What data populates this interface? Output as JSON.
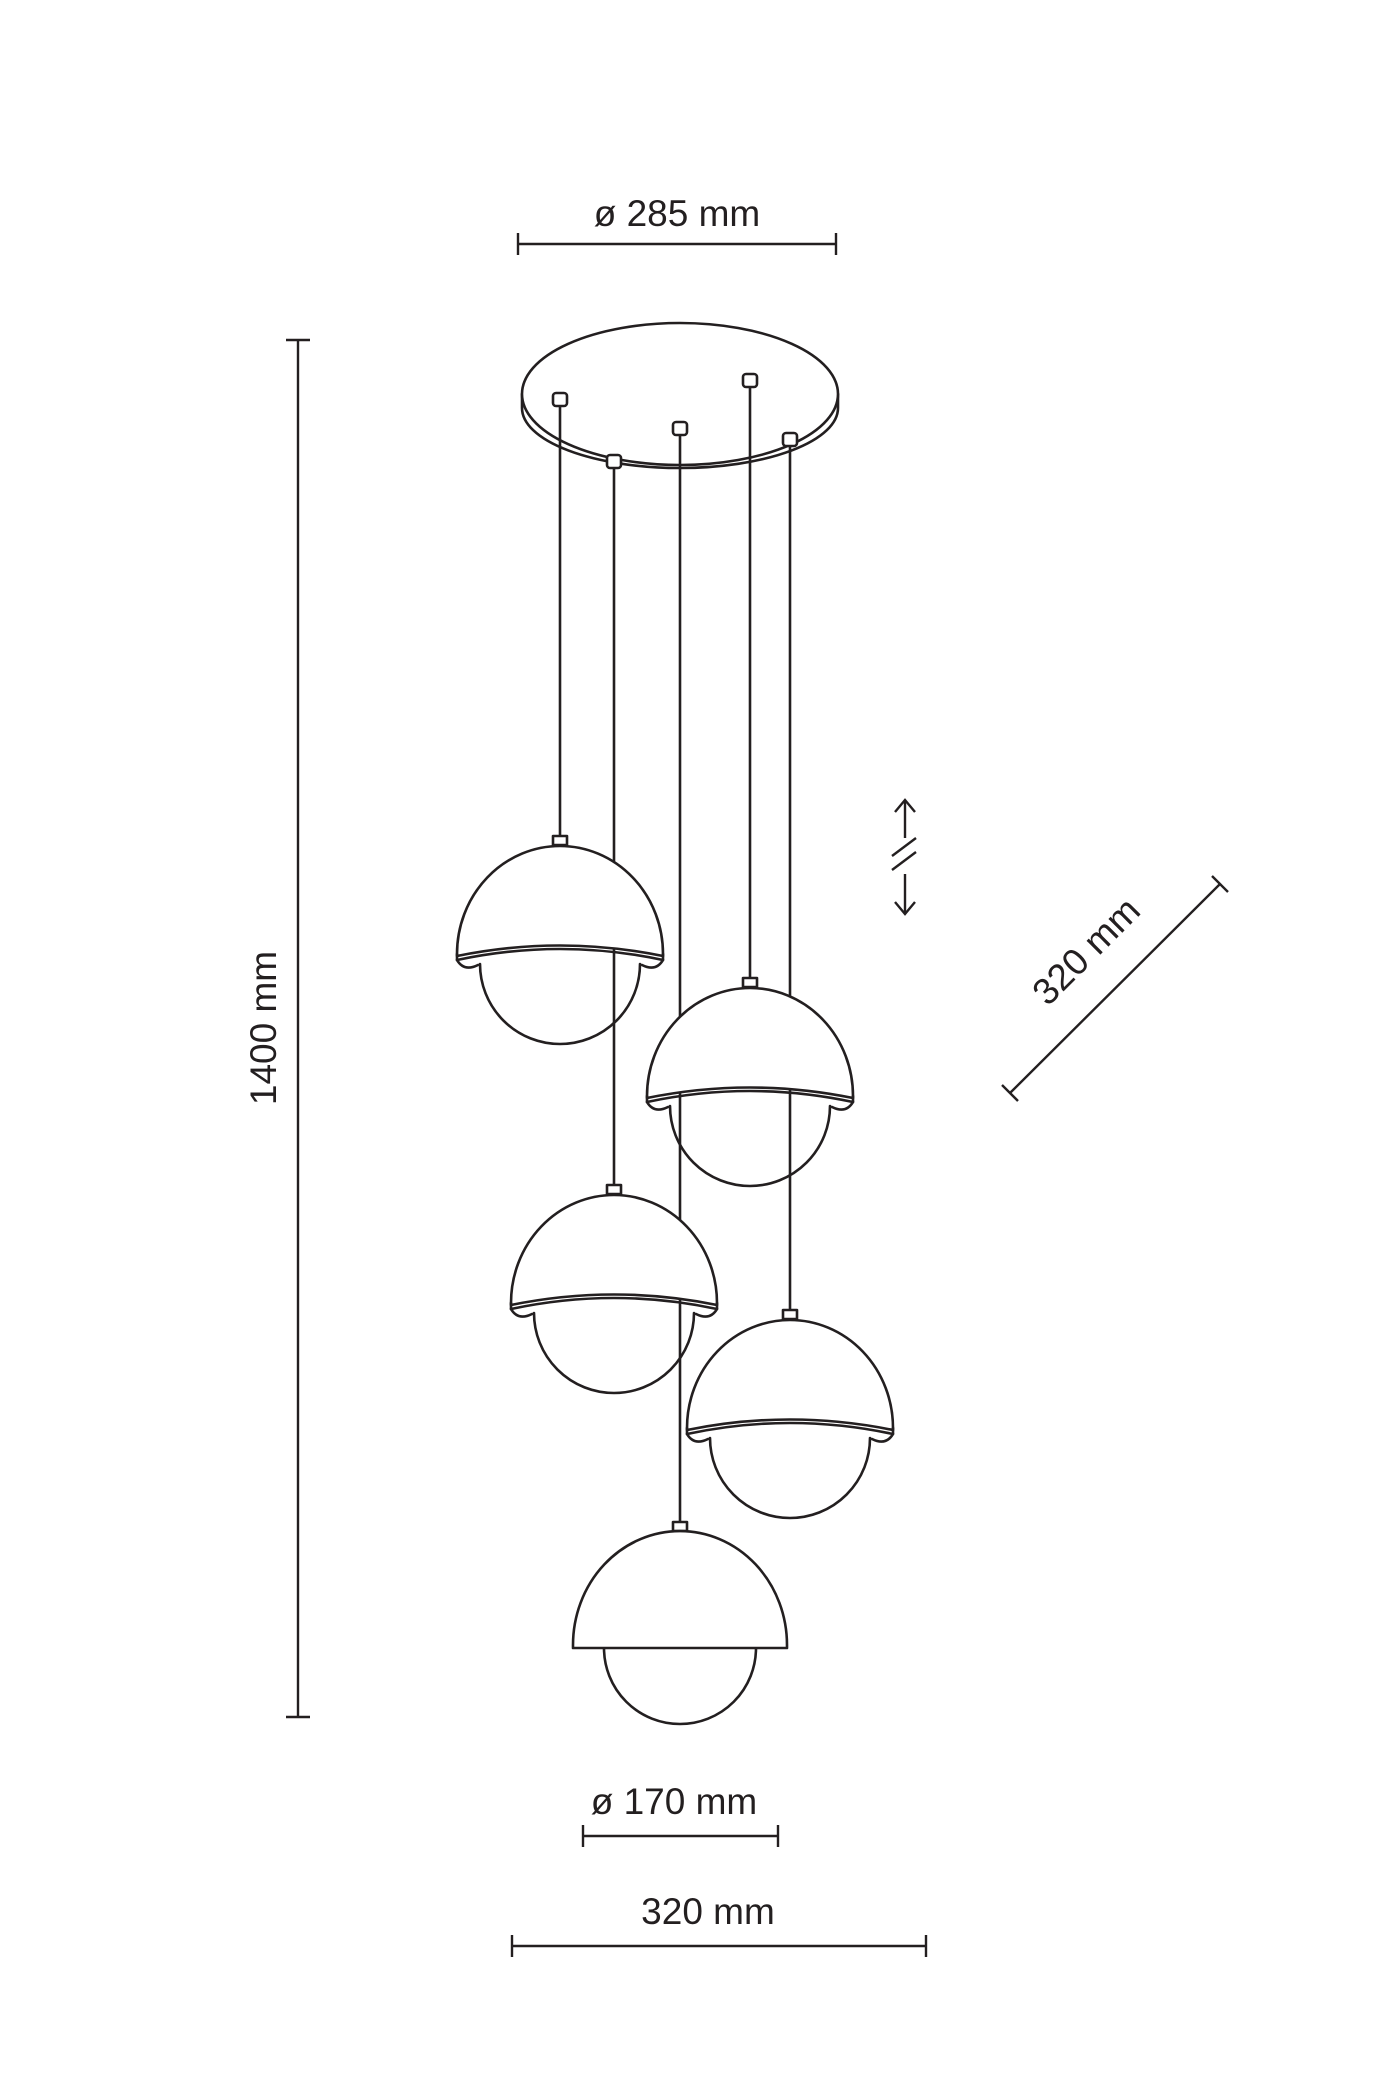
{
  "dimensions": {
    "canopy_diameter": "ø 285 mm",
    "total_height": "1400 mm",
    "shade_diameter": "ø 170 mm",
    "cluster_width": "320 mm",
    "cluster_depth": "320 mm"
  },
  "colors": {
    "line": "#231f20",
    "background": "#ffffff"
  },
  "icons": {
    "adjustable_height": "adjustable-height-arrow-icon"
  }
}
